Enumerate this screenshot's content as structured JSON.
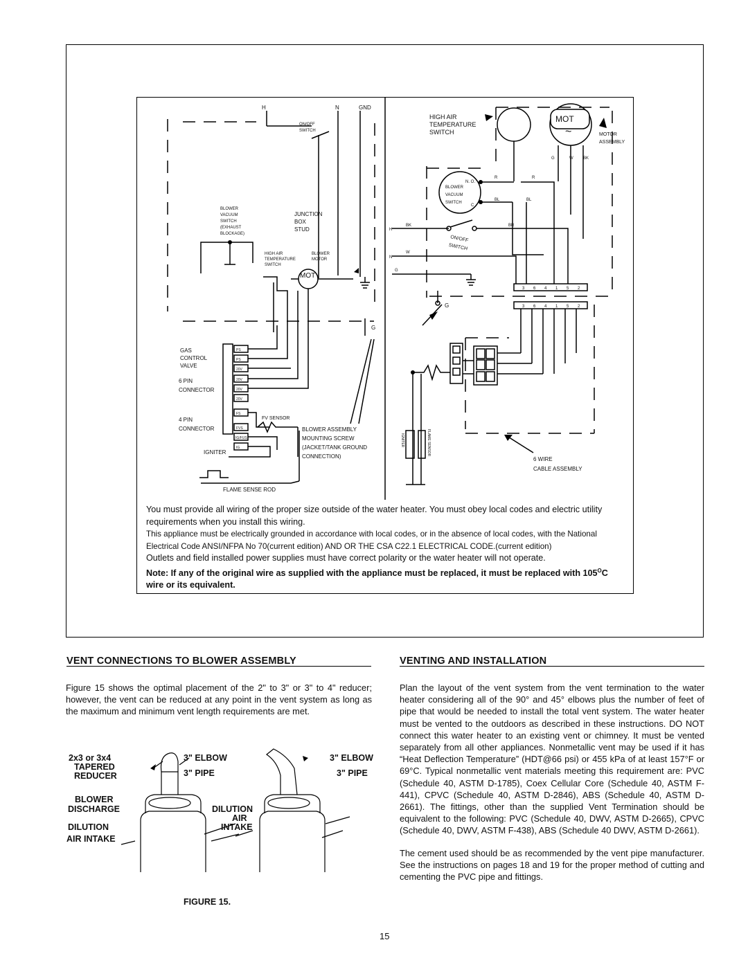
{
  "diagram": {
    "left": {
      "h": "H",
      "n": "N",
      "gnd": "GND",
      "onoff_1": "ON/OFF",
      "onoff_2": "SWITCH",
      "bvs_1": "BLOWER",
      "bvs_2": "VACUUM",
      "bvs_3": "SWITCH",
      "bvs_4": "(EXHAUST",
      "bvs_5": "BLOCKAGE)",
      "jbox_1": "JUNCTION",
      "jbox_2": "BOX",
      "jbox_3": "STUD",
      "hat_1": "HIGH AIR",
      "hat_2": "TEMPERATURE",
      "hat_3": "SWITCH",
      "bm_1": "BLOWER",
      "bm_2": "MOTOR",
      "mot": "MOT",
      "g": "G",
      "gcv_1": "GAS",
      "gcv_2": "CONTROL",
      "gcv_3": "VALVE",
      "six_1": "6 PIN",
      "six_2": "CONNECTOR",
      "four_1": "4 PIN",
      "four_2": "CONNECTOR",
      "pins": [
        "PS",
        "PS",
        "20V",
        "20V",
        "20V",
        "20V",
        "FS",
        "FVS",
        "IG/FUS",
        "IG"
      ],
      "fvs": "FV SENSOR",
      "igniter": "IGNITER",
      "bam_1": "BLOWER ASSEMBLY",
      "bam_2": "MOUNTING SCREW",
      "bam_3": "(JACKET/TANK GROUND",
      "bam_4": "CONNECTION)",
      "flame_rod": "FLAME SENSE ROD"
    },
    "right": {
      "hat_1": "HIGH AIR",
      "hat_2": "TEMPERATURE",
      "hat_3": "SWITCH",
      "mot": "MOT",
      "mot_sym": "~",
      "motor_1": "MOTOR",
      "motor_2": "ASSEMBLY",
      "g": "G",
      "w": "W",
      "bk": "BK",
      "r1": "R",
      "r2": "R",
      "bvs_1": "BLOWER",
      "bvs_2": "VACUUM",
      "bvs_3": "SWITCH",
      "no": "N. O.",
      "c": "C",
      "bl1": "BL",
      "bl2": "BL",
      "h": "H",
      "bk2": "BK",
      "br": "BR",
      "onoff_1": "ON/OFF",
      "onoff_2": "SWITCH",
      "n": "N",
      "w2": "W",
      "g2": "G",
      "terminals": [
        "3",
        "6",
        "4",
        "1",
        "5",
        "2"
      ],
      "g3": "G",
      "igniter": "IGNITER",
      "flame_sensor": "FLAME SENSOR",
      "cable_1": "6 WIRE",
      "cable_2": "CABLE ASSEMBLY"
    }
  },
  "note": {
    "p1": "You must provide all wiring of the proper size outside of the water heater.  You must obey local codes and electric utility requirements when you install this wiring.",
    "p2": "This appliance must be electrically grounded in accordance with local codes, or in the absence of local codes, with the National Electrical Code ANSI/NFPA No 70(current edition) AND OR THE CSA C22.1 ELECTRICAL CODE.(current edition)",
    "p3": "Outlets and field installed power supplies must have correct polarity or the water heater will not operate.",
    "p4_a": "Note: If any of the original wire as supplied with the appliance must be replaced, it must be replaced with 105",
    "p4_sup": "O",
    "p4_b": "C wire or its equivalent."
  },
  "left_section": {
    "heading": "VENT CONNECTIONS TO BLOWER ASSEMBLY",
    "body": "Figure 15 shows the optimal placement of the 2\" to 3\" or 3\" to 4\" reducer; however, the vent can be reduced at any point in the vent system as long as the maximum and minimum vent length requirements are met."
  },
  "figure15": {
    "reducer_1": "2x3 or 3x4",
    "reducer_2": "TAPERED",
    "reducer_3": "REDUCER",
    "elbow_left": "3\" ELBOW",
    "pipe_left": "3\" PIPE",
    "elbow_right": "3\" ELBOW",
    "pipe_right": "3\" PIPE",
    "blower_1": "BLOWER",
    "blower_2": "DISCHARGE",
    "dil_left_1": "DILUTION",
    "dil_left_2": "AIR INTAKE",
    "dil_right_1": "DILUTION",
    "dil_right_2": "AIR",
    "dil_right_3": "INTAKE",
    "caption": "FIGURE 15."
  },
  "right_section": {
    "heading": "VENTING AND INSTALLATION",
    "p1": "Plan the layout of the vent system from the vent termination to the water heater considering all of the 90° and 45° elbows plus the number of feet of pipe that would be needed to install the total vent system. The water heater must be vented to the outdoors as described in these instructions. DO NOT connect this water heater to an existing vent or chimney. It must be vented separately from all other appliances. Nonmetallic vent may be used if it has “Heat Deflection Temperature” (HDT@66 psi) or 455 kPa of at least 157°F or 69°C. Typical nonmetallic vent materials meeting this requirement are: PVC (Schedule 40, ASTM D-1785), Coex Cellular Core (Schedule 40, ASTM F-441), CPVC (Schedule 40, ASTM D-2846), ABS (Schedule 40, ASTM D-2661). The fittings, other than the supplied Vent Termination should be equivalent to the following: PVC (Schedule 40, DWV, ASTM D-2665), CPVC (Schedule 40, DWV, ASTM F-438), ABS (Schedule 40 DWV, ASTM D-2661).",
    "p2": "The cement used should be as recommended by the vent pipe manufacturer. See the instructions on pages 18 and 19 for the proper method of cutting and cementing the PVC pipe and fittings."
  },
  "page_number": "15"
}
